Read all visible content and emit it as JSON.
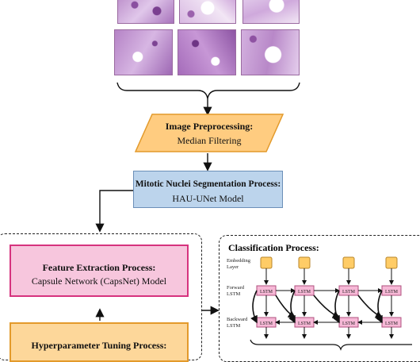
{
  "colors": {
    "preprocess_fill": "#ffcc80",
    "preprocess_border": "#e39a2b",
    "segmentation_fill": "#bcd4ec",
    "segmentation_border": "#6b8fb8",
    "feature_fill": "#f7c6dd",
    "feature_border": "#d6337e",
    "hyper_fill": "#fdd79a",
    "hyper_border": "#e39a2b",
    "lstm_fill": "#f6b8d6",
    "embed_fill": "#ffcc66",
    "tissue_stain": "#c49ad0"
  },
  "nodes": {
    "preprocess": {
      "title": "Image Preprocessing:",
      "subtitle": "Median Filtering"
    },
    "segmentation": {
      "title": "Mitotic Nuclei Segmentation Process:",
      "subtitle": "HAU-UNet Model"
    },
    "feature": {
      "title": "Feature Extraction Process:",
      "subtitle": "Capsule Network (CapsNet) Model"
    },
    "hyper": {
      "title": "Hyperparameter Tuning Process:"
    }
  },
  "classification": {
    "title": "Classification Process:",
    "embedding_label_1": "Embedding",
    "embedding_label_2": "Layer",
    "forward_label_1": "Forward",
    "forward_label_2": "LSTM",
    "backward_label_1": "Backward",
    "backward_label_2": "LSTM",
    "cell_label": "LSTM"
  },
  "input_images": {
    "rows": 2,
    "columns": 3,
    "icon": "histopathology-image-tile"
  }
}
